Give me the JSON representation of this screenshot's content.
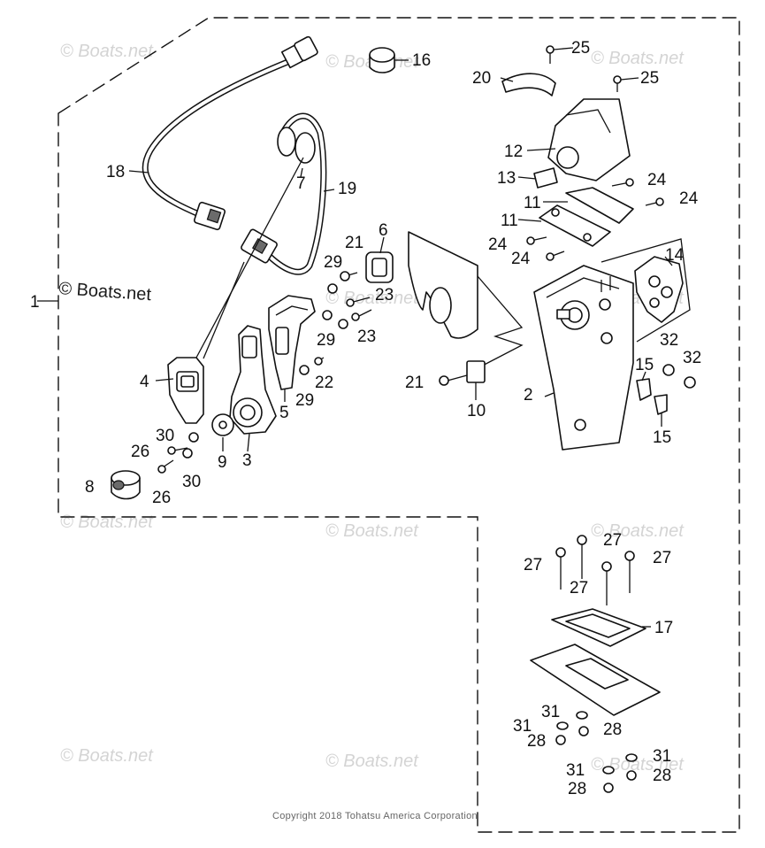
{
  "diagram": {
    "callouts": [
      "1",
      "2",
      "3",
      "4",
      "5",
      "6",
      "7",
      "8",
      "9",
      "10",
      "11",
      "11",
      "12",
      "13",
      "14",
      "15",
      "15",
      "16",
      "17",
      "18",
      "19",
      "20",
      "21",
      "21",
      "22",
      "23",
      "23",
      "24",
      "24",
      "24",
      "24",
      "25",
      "25",
      "26",
      "26",
      "27",
      "27",
      "27",
      "27",
      "28",
      "28",
      "29",
      "29",
      "29",
      "30",
      "30",
      "31",
      "31",
      "31",
      "32",
      "32"
    ],
    "watermark_main": "© Boats.net",
    "watermark_faint": "© Boats.net",
    "copyright": "Copyright 2018 Tohatsu America Corporation"
  }
}
